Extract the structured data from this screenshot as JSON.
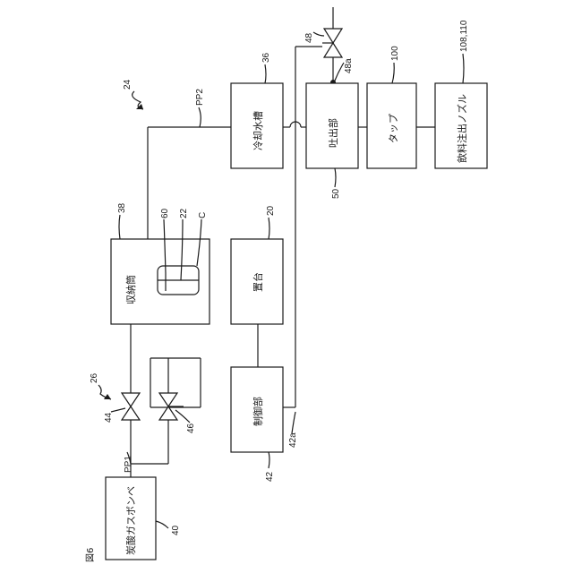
{
  "figure_label": "図6",
  "blocks": {
    "co2_cylinder": {
      "label": "炭酸ガスボンベ",
      "ref": "40"
    },
    "storage": {
      "label": "収納筒",
      "ref": "38"
    },
    "stand": {
      "label": "置台",
      "ref": "20"
    },
    "control": {
      "label": "制御部",
      "ref": "42"
    },
    "cooling_tank": {
      "label": "冷却水槽",
      "ref": "36"
    },
    "discharge": {
      "label": "吐出部",
      "ref": "50"
    },
    "tap": {
      "label": "タップ",
      "ref": "100"
    },
    "nozzle": {
      "label": "飲料注出ノズル",
      "ref": "108,110"
    }
  },
  "refs": {
    "pp1": "PP1",
    "pp2": "PP2",
    "system": "24",
    "valve_group": "26",
    "valve_44": "44",
    "valve_46": "46",
    "valve_48": "48",
    "node_48a": "48a",
    "ctrl_42a": "42a",
    "inner_60": "60",
    "inner_22": "22",
    "inner_c": "C"
  }
}
